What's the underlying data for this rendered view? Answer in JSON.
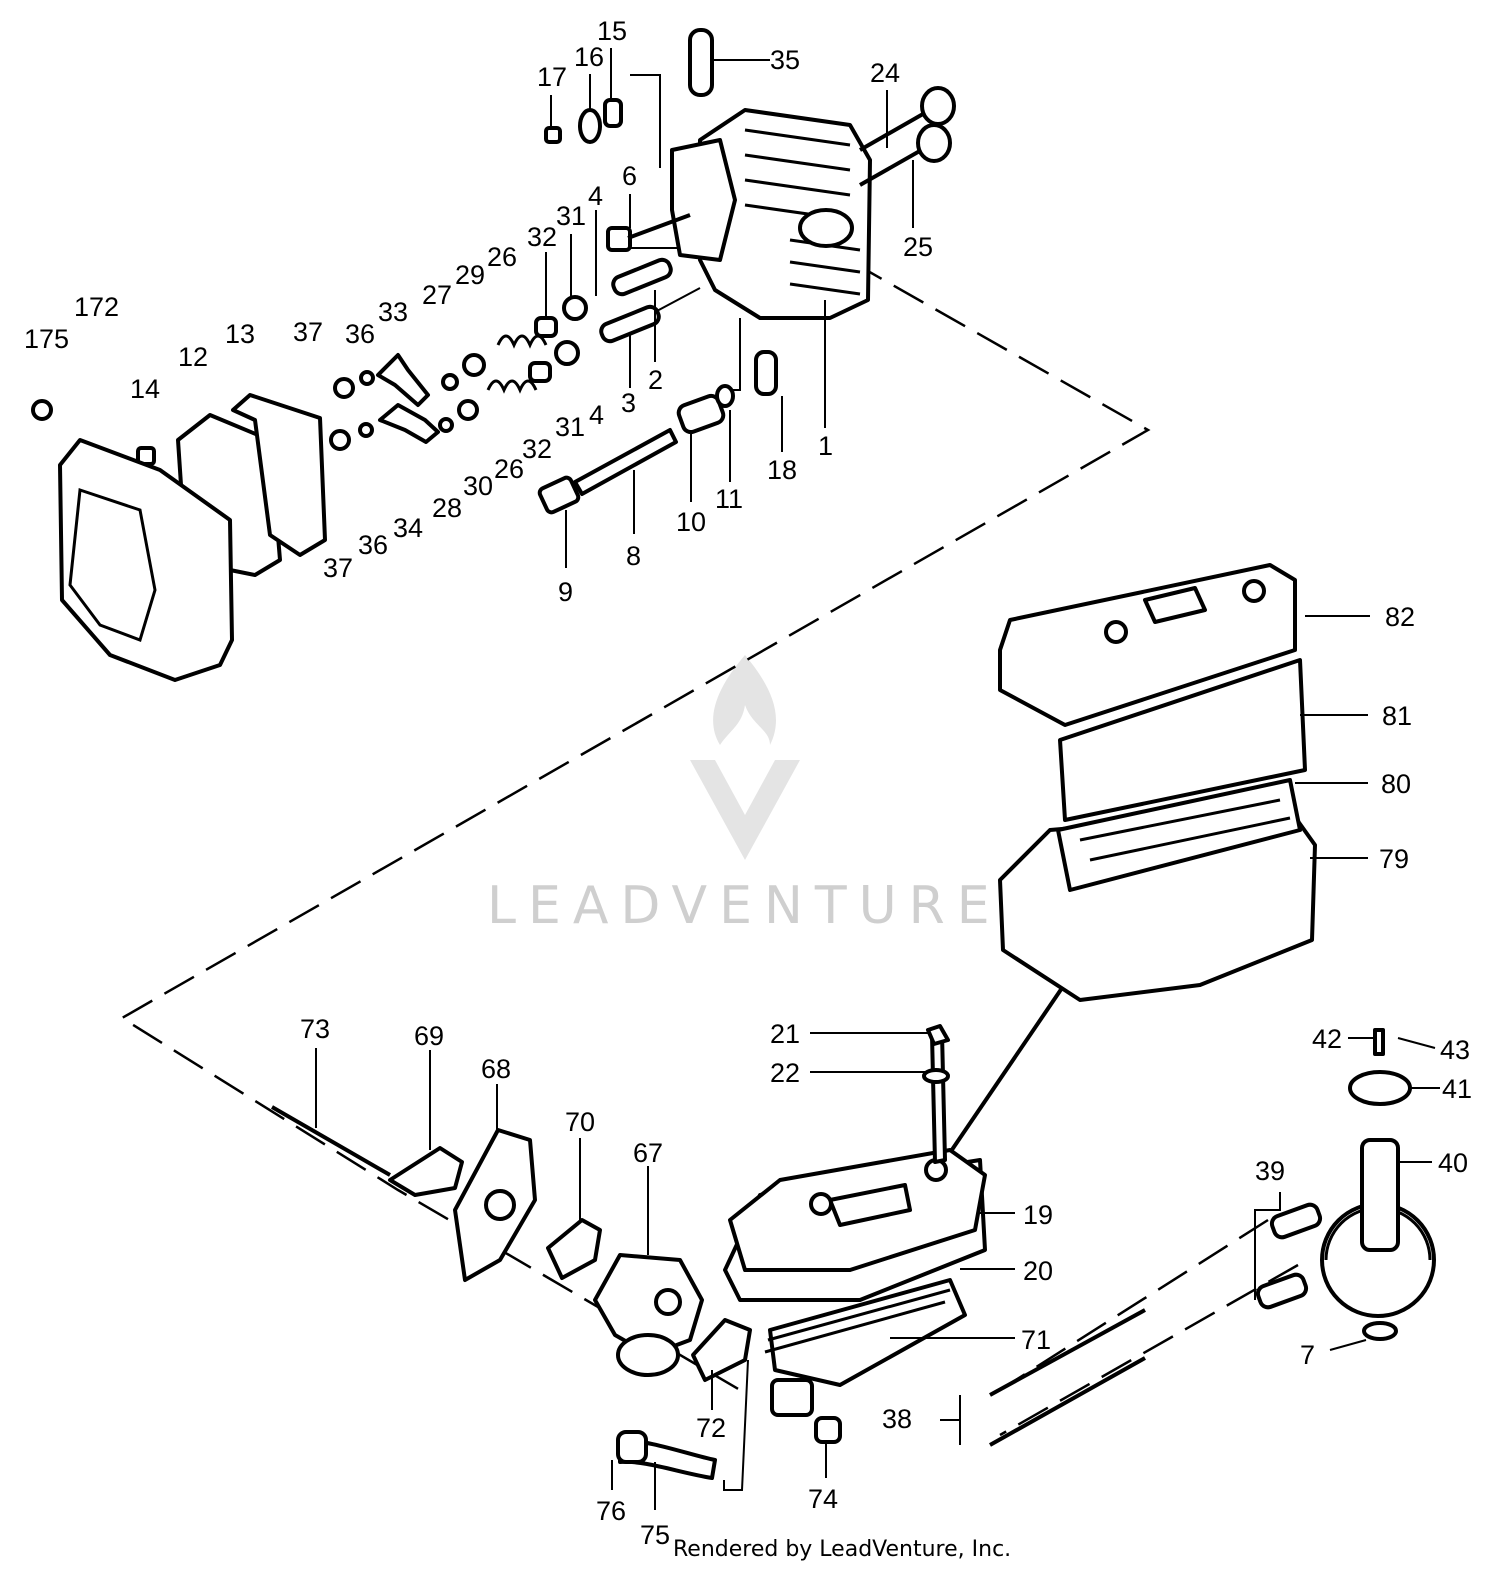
{
  "watermark": {
    "text": "LEADVENTURE"
  },
  "credit": "Rendered by LeadVenture, Inc.",
  "callouts": [
    {
      "id": "c15",
      "label": "15"
    },
    {
      "id": "c16",
      "label": "16"
    },
    {
      "id": "c17",
      "label": "17"
    },
    {
      "id": "c35",
      "label": "35"
    },
    {
      "id": "c24",
      "label": "24"
    },
    {
      "id": "c25",
      "label": "25"
    },
    {
      "id": "c6",
      "label": "6"
    },
    {
      "id": "c4a",
      "label": "4"
    },
    {
      "id": "c31a",
      "label": "31"
    },
    {
      "id": "c32a",
      "label": "32"
    },
    {
      "id": "c26a",
      "label": "26"
    },
    {
      "id": "c29",
      "label": "29"
    },
    {
      "id": "c27",
      "label": "27"
    },
    {
      "id": "c33",
      "label": "33"
    },
    {
      "id": "c36a",
      "label": "36"
    },
    {
      "id": "c37a",
      "label": "37"
    },
    {
      "id": "c172",
      "label": "172"
    },
    {
      "id": "c175",
      "label": "175"
    },
    {
      "id": "c12",
      "label": "12"
    },
    {
      "id": "c13",
      "label": "13"
    },
    {
      "id": "c14",
      "label": "14"
    },
    {
      "id": "c2",
      "label": "2"
    },
    {
      "id": "c3",
      "label": "3"
    },
    {
      "id": "c4b",
      "label": "4"
    },
    {
      "id": "c31b",
      "label": "31"
    },
    {
      "id": "c32b",
      "label": "32"
    },
    {
      "id": "c26b",
      "label": "26"
    },
    {
      "id": "c30",
      "label": "30"
    },
    {
      "id": "c28",
      "label": "28"
    },
    {
      "id": "c34",
      "label": "34"
    },
    {
      "id": "c36b",
      "label": "36"
    },
    {
      "id": "c37b",
      "label": "37"
    },
    {
      "id": "c1",
      "label": "1"
    },
    {
      "id": "c18",
      "label": "18"
    },
    {
      "id": "c11",
      "label": "11"
    },
    {
      "id": "c10",
      "label": "10"
    },
    {
      "id": "c8",
      "label": "8"
    },
    {
      "id": "c9",
      "label": "9"
    },
    {
      "id": "c82",
      "label": "82"
    },
    {
      "id": "c81",
      "label": "81"
    },
    {
      "id": "c80",
      "label": "80"
    },
    {
      "id": "c79",
      "label": "79"
    },
    {
      "id": "c21",
      "label": "21"
    },
    {
      "id": "c22",
      "label": "22"
    },
    {
      "id": "c42",
      "label": "42"
    },
    {
      "id": "c43",
      "label": "43"
    },
    {
      "id": "c41",
      "label": "41"
    },
    {
      "id": "c40",
      "label": "40"
    },
    {
      "id": "c39",
      "label": "39"
    },
    {
      "id": "c73",
      "label": "73"
    },
    {
      "id": "c69",
      "label": "69"
    },
    {
      "id": "c68",
      "label": "68"
    },
    {
      "id": "c70",
      "label": "70"
    },
    {
      "id": "c67",
      "label": "67"
    },
    {
      "id": "c19",
      "label": "19"
    },
    {
      "id": "c20",
      "label": "20"
    },
    {
      "id": "c71",
      "label": "71"
    },
    {
      "id": "c7",
      "label": "7"
    },
    {
      "id": "c38",
      "label": "38"
    },
    {
      "id": "c72",
      "label": "72"
    },
    {
      "id": "c74",
      "label": "74"
    },
    {
      "id": "c76",
      "label": "76"
    },
    {
      "id": "c75",
      "label": "75"
    }
  ]
}
